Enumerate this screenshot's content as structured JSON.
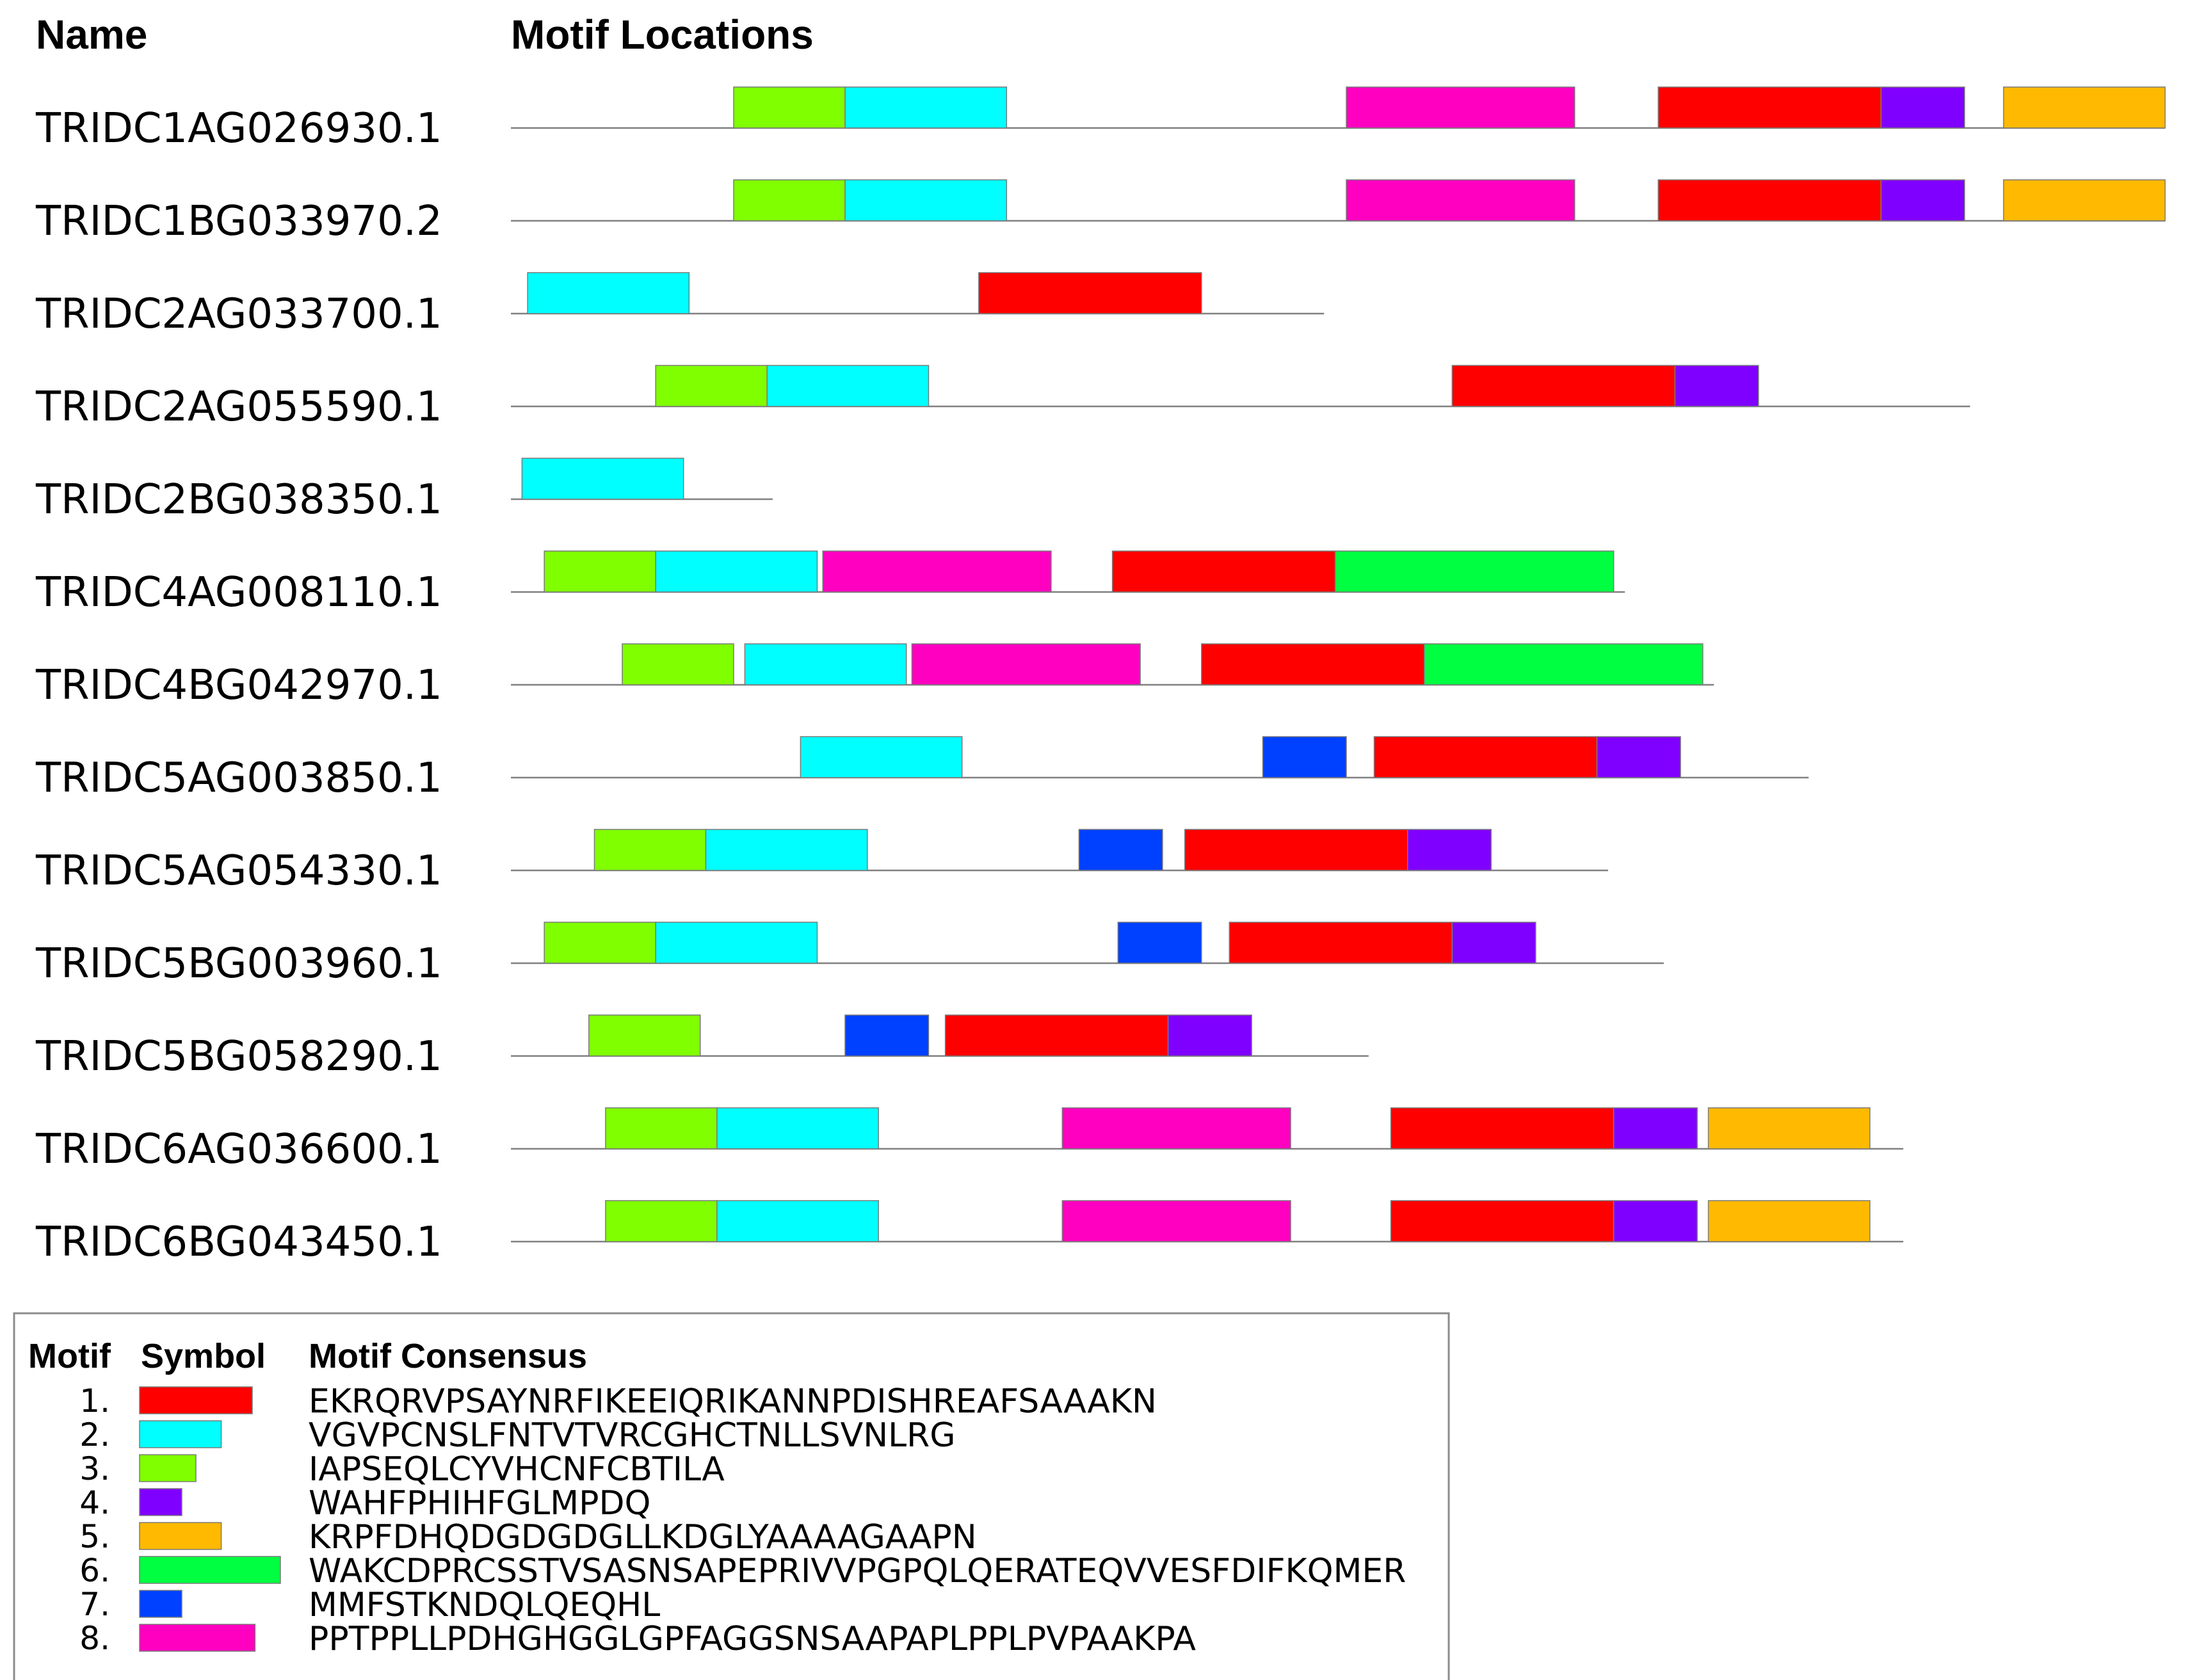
{
  "headers": {
    "name": "Name",
    "motif_locations": "Motif Locations"
  },
  "legend_headers": {
    "motif": "Motif",
    "symbol": "Symbol",
    "consensus": "Motif Consensus"
  },
  "colors": {
    "1": "#ff0000",
    "2": "#00ffff",
    "3": "#80ff00",
    "4": "#8000ff",
    "5": "#ffb900",
    "6": "#00ff40",
    "7": "#0040ff",
    "8": "#ff00c0"
  },
  "motifs": [
    {
      "id": 1,
      "num_label": "1.",
      "consensus": "EKRQRVPSAYNRFIKEEIQRIKANNPDISHREAFSAAAKN",
      "length": 40
    },
    {
      "id": 2,
      "num_label": "2.",
      "consensus": "VGVPCNSLFNTVTVRCGHCTNLLSVNLRG",
      "length": 29
    },
    {
      "id": 3,
      "num_label": "3.",
      "consensus": "IAPSEQLCYVHCNFCBTILA",
      "length": 20
    },
    {
      "id": 4,
      "num_label": "4.",
      "consensus": "WAHFPHIHFGLMPDQ",
      "length": 15
    },
    {
      "id": 5,
      "num_label": "5.",
      "consensus": "KRPFDHQDGDGDGLLKDGLYAAAAGAAPN",
      "length": 29
    },
    {
      "id": 6,
      "num_label": "6.",
      "consensus": "WAKCDPRCSSTVSASNSAPEPRIVVPGPQLQERATEQVVESFDIFKQMER",
      "length": 50
    },
    {
      "id": 7,
      "num_label": "7.",
      "consensus": "MMFSTKNDQLQEQHL",
      "length": 15
    },
    {
      "id": 8,
      "num_label": "8.",
      "consensus": "PPTPPLLPDHGHGGLGPFAGGSNSAAPAPLPPLPVPAAKPA",
      "length": 41
    }
  ],
  "genes": [
    {
      "name": "TRIDC1AG026930.1",
      "length": 297,
      "motifs": [
        {
          "motif": 3,
          "start": 40
        },
        {
          "motif": 2,
          "start": 60
        },
        {
          "motif": 8,
          "start": 150
        },
        {
          "motif": 1,
          "start": 206
        },
        {
          "motif": 4,
          "start": 246
        },
        {
          "motif": 5,
          "start": 268
        }
      ]
    },
    {
      "name": "TRIDC1BG033970.2",
      "length": 297,
      "motifs": [
        {
          "motif": 3,
          "start": 40
        },
        {
          "motif": 2,
          "start": 60
        },
        {
          "motif": 8,
          "start": 150
        },
        {
          "motif": 1,
          "start": 206
        },
        {
          "motif": 4,
          "start": 246
        },
        {
          "motif": 5,
          "start": 268
        }
      ]
    },
    {
      "name": "TRIDC2AG033700.1",
      "length": 146,
      "motifs": [
        {
          "motif": 2,
          "start": 3
        },
        {
          "motif": 1,
          "start": 84
        }
      ]
    },
    {
      "name": "TRIDC2AG055590.1",
      "length": 262,
      "motifs": [
        {
          "motif": 3,
          "start": 26
        },
        {
          "motif": 2,
          "start": 46
        },
        {
          "motif": 1,
          "start": 169
        },
        {
          "motif": 4,
          "start": 209
        }
      ]
    },
    {
      "name": "TRIDC2BG038350.1",
      "length": 47,
      "motifs": [
        {
          "motif": 2,
          "start": 2
        }
      ]
    },
    {
      "name": "TRIDC4AG008110.1",
      "length": 200,
      "motifs": [
        {
          "motif": 3,
          "start": 6
        },
        {
          "motif": 2,
          "start": 26
        },
        {
          "motif": 8,
          "start": 56
        },
        {
          "motif": 1,
          "start": 108
        },
        {
          "motif": 6,
          "start": 148
        }
      ]
    },
    {
      "name": "TRIDC4BG042970.1",
      "length": 216,
      "motifs": [
        {
          "motif": 3,
          "start": 20
        },
        {
          "motif": 2,
          "start": 42
        },
        {
          "motif": 8,
          "start": 72
        },
        {
          "motif": 1,
          "start": 124
        },
        {
          "motif": 6,
          "start": 164
        }
      ]
    },
    {
      "name": "TRIDC5AG003850.1",
      "length": 233,
      "motifs": [
        {
          "motif": 2,
          "start": 52
        },
        {
          "motif": 7,
          "start": 135
        },
        {
          "motif": 1,
          "start": 155
        },
        {
          "motif": 4,
          "start": 195
        }
      ]
    },
    {
      "name": "TRIDC5AG054330.1",
      "length": 197,
      "motifs": [
        {
          "motif": 3,
          "start": 15
        },
        {
          "motif": 2,
          "start": 35
        },
        {
          "motif": 7,
          "start": 102
        },
        {
          "motif": 1,
          "start": 121
        },
        {
          "motif": 4,
          "start": 161
        }
      ]
    },
    {
      "name": "TRIDC5BG003960.1",
      "length": 207,
      "motifs": [
        {
          "motif": 3,
          "start": 6
        },
        {
          "motif": 2,
          "start": 26
        },
        {
          "motif": 7,
          "start": 109
        },
        {
          "motif": 1,
          "start": 129
        },
        {
          "motif": 4,
          "start": 169
        }
      ]
    },
    {
      "name": "TRIDC5BG058290.1",
      "length": 154,
      "motifs": [
        {
          "motif": 3,
          "start": 14
        },
        {
          "motif": 7,
          "start": 60
        },
        {
          "motif": 1,
          "start": 78
        },
        {
          "motif": 4,
          "start": 118
        }
      ]
    },
    {
      "name": "TRIDC6AG036600.1",
      "length": 250,
      "motifs": [
        {
          "motif": 3,
          "start": 17
        },
        {
          "motif": 2,
          "start": 37
        },
        {
          "motif": 8,
          "start": 99
        },
        {
          "motif": 1,
          "start": 158
        },
        {
          "motif": 4,
          "start": 198
        },
        {
          "motif": 5,
          "start": 215
        }
      ]
    },
    {
      "name": "TRIDC6BG043450.1",
      "length": 250,
      "motifs": [
        {
          "motif": 3,
          "start": 17
        },
        {
          "motif": 2,
          "start": 37
        },
        {
          "motif": 8,
          "start": 99
        },
        {
          "motif": 1,
          "start": 158
        },
        {
          "motif": 4,
          "start": 198
        },
        {
          "motif": 5,
          "start": 215
        }
      ]
    }
  ]
}
